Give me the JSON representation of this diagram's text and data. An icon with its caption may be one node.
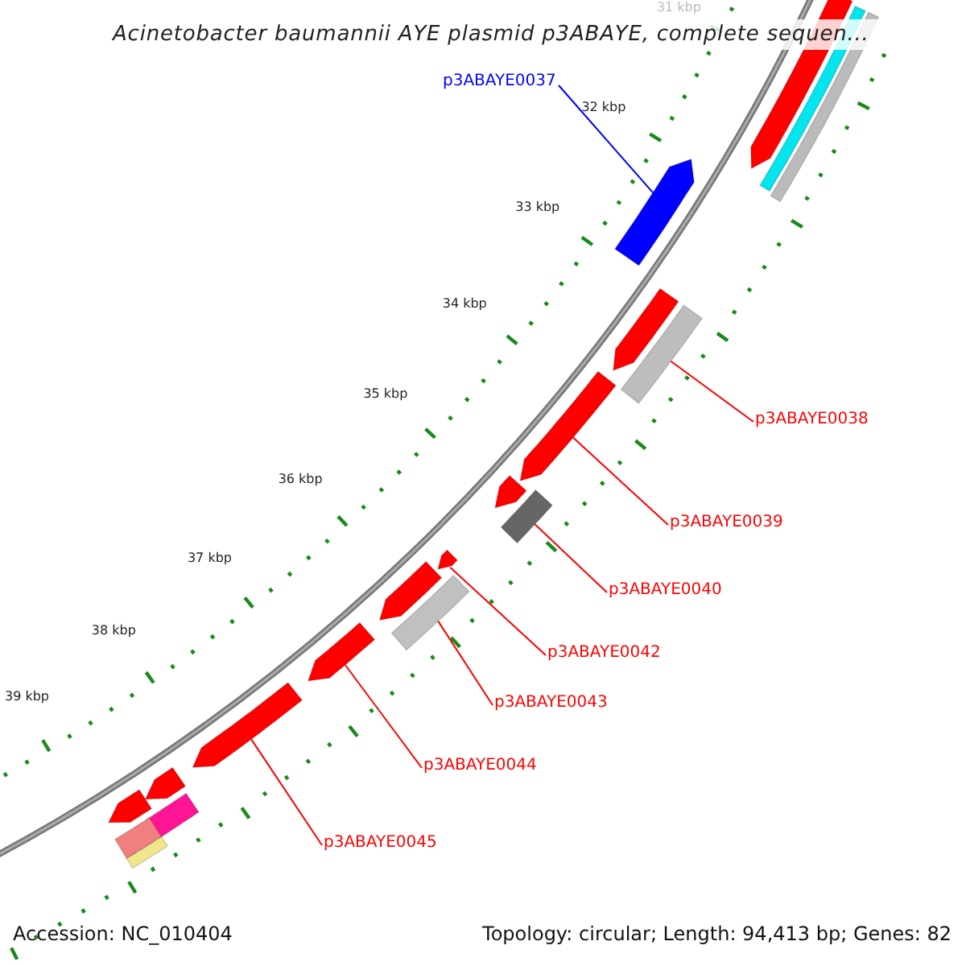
{
  "diagram": {
    "title": "Acinetobacter baumannii AYE plasmid p3ABAYE, complete sequen...",
    "nodes": [
      {
        "text": [
          "p3ABAYE0037"
        ]
      },
      {
        "text": [
          "p3ABAYE0038"
        ]
      },
      {
        "text": [
          "p3ABAYE0039"
        ]
      },
      {
        "text": [
          "p3ABAYE0040"
        ]
      },
      {
        "text": [
          "p3ABAYE0042"
        ]
      },
      {
        "text": [
          "p3ABAYE0043"
        ]
      },
      {
        "text": [
          "p3ABAYE0044"
        ]
      },
      {
        "text": [
          "p3ABAYE0045"
        ]
      },
      {
        "text": [],
        "shape": "arrow"
      },
      {
        "text": [],
        "shape": "bar"
      },
      {
        "text": [],
        "shape": "bar"
      },
      {
        "text": [],
        "shape": "arrow"
      },
      {
        "text": [],
        "shape": "arrow"
      },
      {
        "text": [],
        "shape": "bar"
      },
      {
        "text": [],
        "shape": "arrow"
      },
      {
        "text": [],
        "shape": "arrow"
      },
      {
        "text": [],
        "shape": "bar"
      },
      {
        "text": [],
        "shape": "arrow"
      },
      {
        "text": [],
        "shape": "arrow"
      },
      {
        "text": [],
        "shape": "bar"
      },
      {
        "text": [],
        "shape": "arrow"
      },
      {
        "text": [],
        "shape": "arrow"
      },
      {
        "text": [],
        "shape": "arrow"
      },
      {
        "text": [],
        "shape": "bar"
      },
      {
        "text": [],
        "shape": "arrow"
      },
      {
        "text": [],
        "shape": "bar"
      },
      {
        "text": [],
        "shape": "bar"
      }
    ],
    "edges": [
      {
        "from": 0,
        "to": 11,
        "arrow": "none",
        "color": "#0000ff"
      },
      {
        "from": 1,
        "to": 13,
        "arrow": "none"
      },
      {
        "from": 2,
        "to": 14,
        "arrow": "none"
      },
      {
        "from": 3,
        "to": 16,
        "arrow": "none"
      },
      {
        "from": 4,
        "to": 17,
        "arrow": "none"
      },
      {
        "from": 5,
        "to": 19,
        "arrow": "none"
      },
      {
        "from": 6,
        "to": 20,
        "arrow": "none"
      },
      {
        "from": 7,
        "to": 21,
        "arrow": "none"
      }
    ],
    "labels": [
      "31 kbp",
      "32 kbp",
      "33 kbp",
      "34 kbp",
      "35 kbp",
      "36 kbp",
      "37 kbp",
      "38 kbp",
      "39 kbp",
      "Accession: NC_010404",
      "Topology: circular; Length: 94,413 bp; Genes: 82"
    ]
  }
}
